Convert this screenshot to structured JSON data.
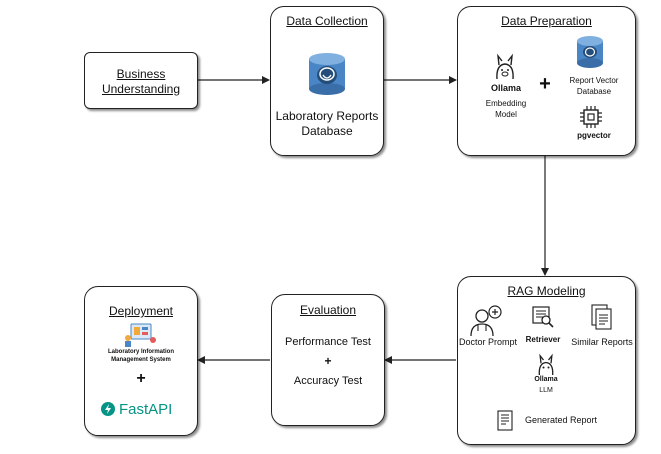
{
  "business": {
    "line1": "Business",
    "line2": "Understanding"
  },
  "collection": {
    "title": "Data Collection",
    "line1": "Laboratory Reports",
    "line2": "Database"
  },
  "preparation": {
    "title": "Data Preparation",
    "ollama": "Ollama",
    "embed1": "Embedding",
    "embed2": "Model",
    "plus": "+",
    "vector1": "Report Vector",
    "vector2": "Database",
    "pgvector": "pgvector"
  },
  "rag": {
    "title": "RAG Modeling ",
    "doctor": "Doctor Prompt",
    "retriever": "Retriever",
    "similar": "Similar Reports",
    "ollama": "Ollama",
    "llm": "LLM",
    "generated": "Generated Report"
  },
  "evaluation": {
    "title": "Evaluation ",
    "line1": "Performance Test",
    "plus": "+",
    "line2": "Accuracy Test"
  },
  "deployment": {
    "title": "Deployment",
    "lims1": "Laboratory Information",
    "lims2": "Management System",
    "plus": "+",
    "fastapi": "FastAPI"
  },
  "colors": {
    "fastapi": "#059486",
    "db_blue": "#4a86c5",
    "db_dark": "#244d7a"
  }
}
